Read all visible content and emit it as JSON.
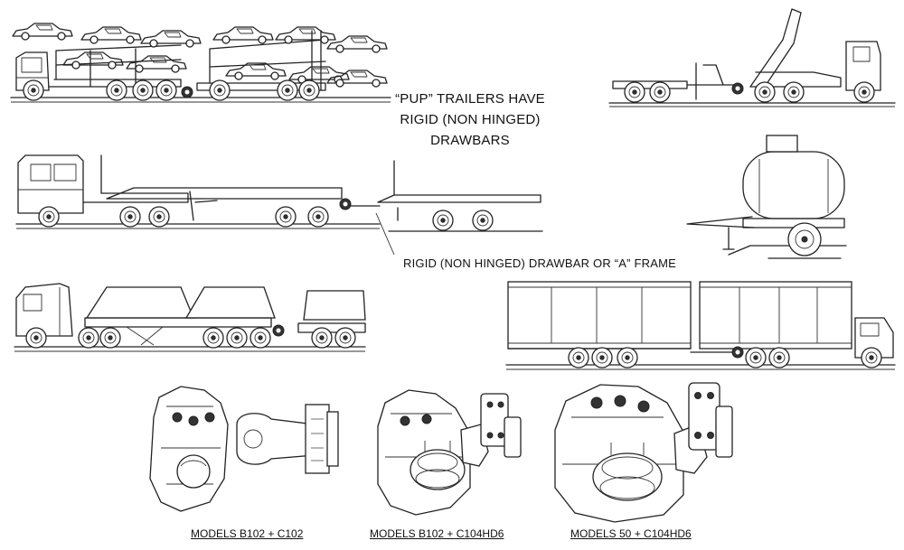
{
  "notes": {
    "pup_line1": "“PUP” TRAILERS HAVE",
    "pup_line2": "RIGID (NON HINGED)",
    "pup_line3": "DRAWBARS",
    "drawbar_callout": "RIGID (NON HINGED) DRAWBAR OR “A” FRAME"
  },
  "captions": {
    "model_1": "MODELS B102 + C102",
    "model_2": "MODELS B102 + C104HD6",
    "model_3": "MODELS 50 + C104HD6"
  }
}
